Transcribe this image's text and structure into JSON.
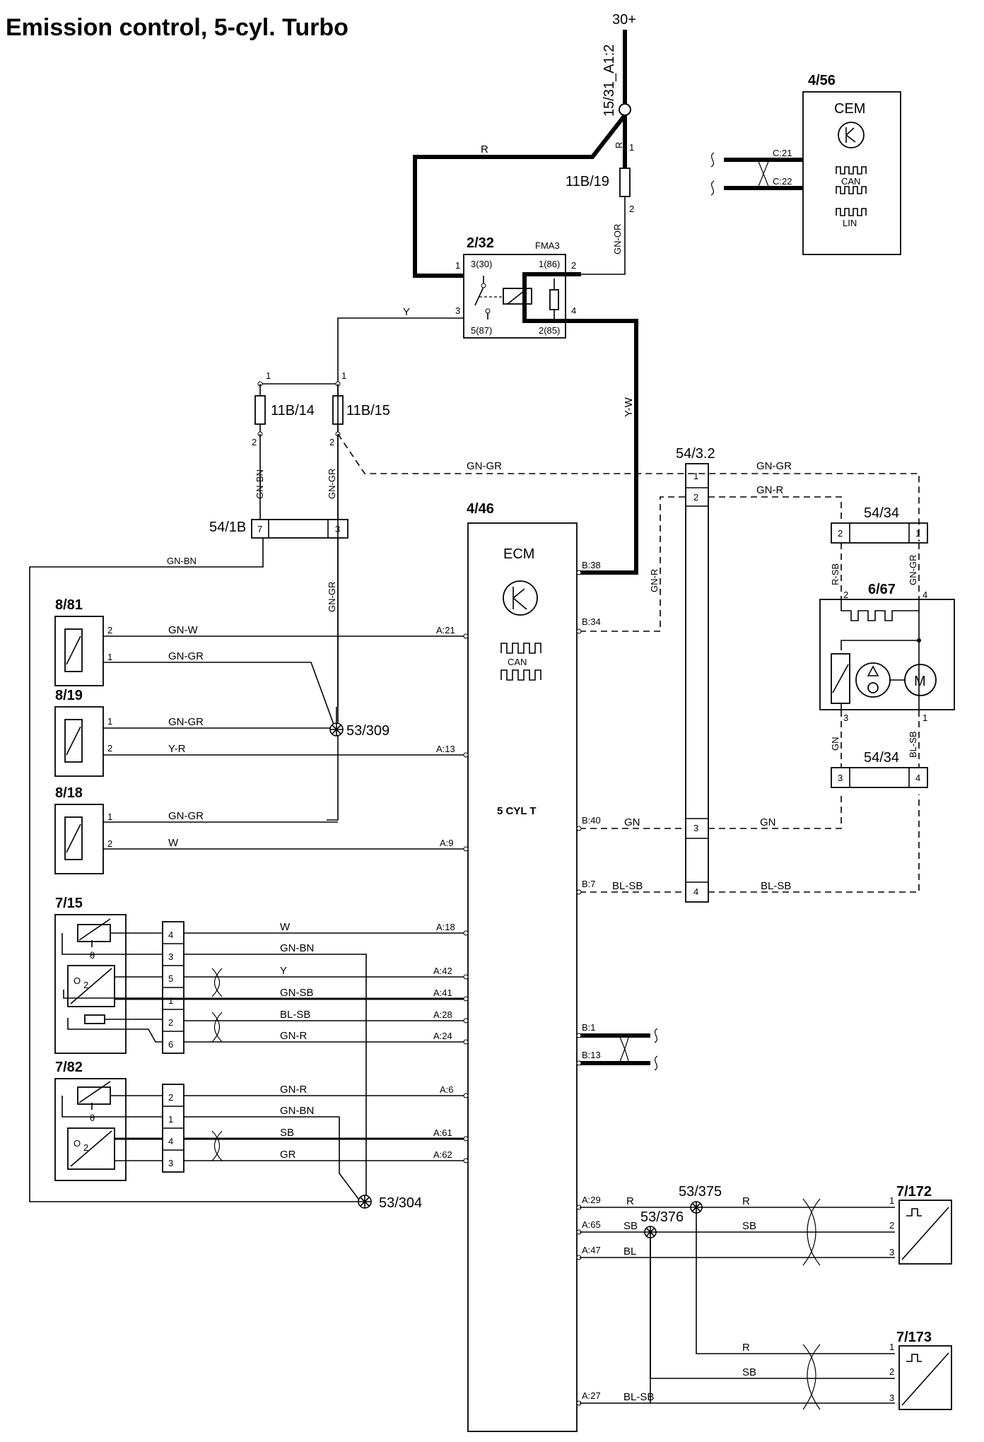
{
  "title": "Emission control, 5-cyl. Turbo",
  "supply": {
    "label": "30+",
    "node": "15/31_A1:2"
  },
  "cem": {
    "ref": "4/56",
    "name": "CEM",
    "pins": [
      "C:21",
      "C:22"
    ],
    "can": "CAN",
    "lin": "LIN"
  },
  "fuse_top": {
    "ref": "11B/19",
    "pin1": "1",
    "pin2": "2"
  },
  "relay": {
    "ref": "2/32",
    "name": "FMA3",
    "pins": [
      "1",
      "3(30)",
      "1(86)",
      "2",
      "3",
      "5(87)",
      "2(85)",
      "4"
    ]
  },
  "fuses": [
    {
      "ref": "11B/14",
      "pin1": "1",
      "pin2": "2"
    },
    {
      "ref": "11B/15",
      "pin1": "1",
      "pin2": "2"
    }
  ],
  "connector_541b": {
    "ref": "54/1B",
    "pins": [
      "7",
      "3"
    ]
  },
  "connector_5432": {
    "ref": "54/3.2",
    "pins": [
      "1",
      "2",
      "3",
      "4"
    ]
  },
  "connector_5434_top": {
    "ref": "54/34",
    "pins": [
      "2",
      "1"
    ]
  },
  "connector_5434_bottom": {
    "ref": "54/34",
    "pins": [
      "3",
      "4"
    ]
  },
  "evap": {
    "ref": "6/67",
    "pins": [
      "2",
      "4",
      "3",
      "1"
    ],
    "motor": "M"
  },
  "ecm": {
    "ref": "4/46",
    "name": "ECM",
    "can": "CAN",
    "variant": "5 CYL T"
  },
  "sensors": [
    {
      "ref": "8/81",
      "pins": [
        "2",
        "1"
      ]
    },
    {
      "ref": "8/19",
      "pins": [
        "1",
        "2"
      ]
    },
    {
      "ref": "8/18",
      "pins": [
        "1",
        "2"
      ]
    },
    {
      "ref": "7/15",
      "pins": [
        "4",
        "3",
        "5",
        "1",
        "2",
        "6"
      ]
    },
    {
      "ref": "7/82",
      "pins": [
        "2",
        "1",
        "4",
        "3"
      ]
    },
    {
      "ref": "7/172",
      "pins": [
        "1",
        "2",
        "3"
      ]
    },
    {
      "ref": "7/173",
      "pins": [
        "1",
        "2",
        "3"
      ]
    }
  ],
  "splices": [
    "53/309",
    "53/304",
    "53/375",
    "53/376"
  ],
  "wires": {
    "r": "R",
    "gn_or": "GN-OR",
    "y": "Y",
    "y_w": "Y-W",
    "gn_gr": "GN-GR",
    "gn_r": "GN-R",
    "gn_bn": "GN-BN",
    "r_sb": "R-SB",
    "gn_w": "GN-W",
    "y_r": "Y-R",
    "w": "W",
    "gn": "GN",
    "bl_sb": "BL-SB",
    "gn_sb": "GN-SB",
    "sb": "SB",
    "gr": "GR",
    "bl": "BL"
  },
  "ecm_pins": {
    "b38": "B:38",
    "b34": "B:34",
    "a21": "A:21",
    "a13": "A:13",
    "a9": "A:9",
    "b40": "B:40",
    "b7": "B:7",
    "a18": "A:18",
    "a42": "A:42",
    "a41": "A:41",
    "a28": "A:28",
    "a24": "A:24",
    "b1": "B:1",
    "b13": "B:13",
    "a6": "A:6",
    "a61": "A:61",
    "a62": "A:62",
    "a29": "A:29",
    "a65": "A:65",
    "a47": "A:47",
    "a27": "A:27"
  }
}
